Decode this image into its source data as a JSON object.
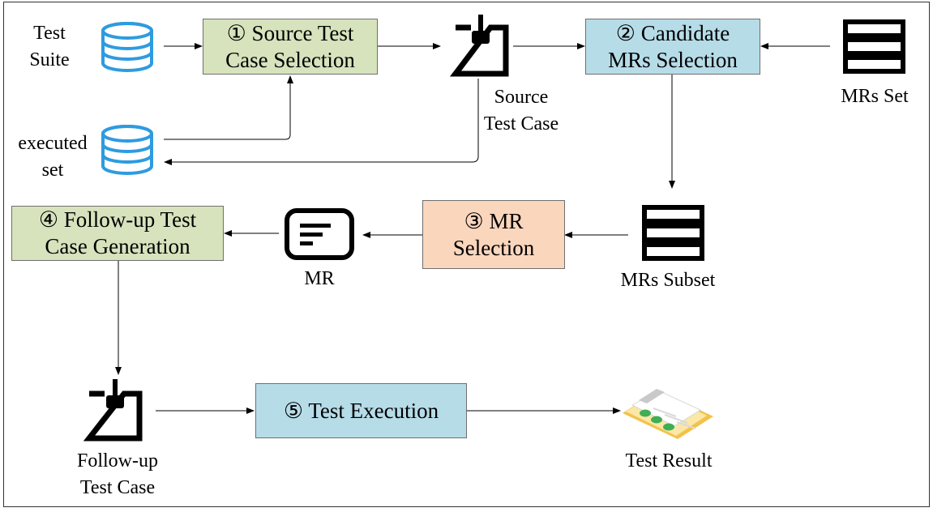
{
  "boxes": {
    "source_selection": {
      "line1": "① Source Test",
      "line2": "Case Selection"
    },
    "candidate_selection": {
      "line1": "② Candidate",
      "line2": "MRs Selection"
    },
    "mr_selection": {
      "line1": "③ MR",
      "line2": "Selection"
    },
    "followup_generation": {
      "line1": "④ Follow-up Test",
      "line2": "Case Generation"
    },
    "test_execution": {
      "line1": "⑤ Test Execution"
    }
  },
  "labels": {
    "test_suite": {
      "line1": "Test",
      "line2": "Suite"
    },
    "executed_set": {
      "line1": "executed",
      "line2": "set"
    },
    "source_test_case": {
      "line1": "Source",
      "line2": "Test Case"
    },
    "mrs_set": "MRs Set",
    "mrs_subset": "MRs Subset",
    "mr": "MR",
    "followup_test_case": {
      "line1": "Follow-up",
      "line2": "Test Case"
    },
    "test_result": "Test Result"
  },
  "icons": {
    "test_suite": "database-icon",
    "executed_set": "database-icon",
    "source_test_case": "joystick-icon",
    "mrs_set": "server-stack-icon",
    "mrs_subset": "server-stack-icon",
    "mr": "message-icon",
    "followup_test_case": "joystick-icon",
    "test_result": "checklist-icon"
  },
  "colors": {
    "green_box": "#d6e3bd",
    "blue_box": "#b6dce8",
    "peach_box": "#fad6bd",
    "database_icon": "#2e9be0",
    "checklist_icon": "#f3c24b",
    "check_mark": "#3fae56"
  }
}
